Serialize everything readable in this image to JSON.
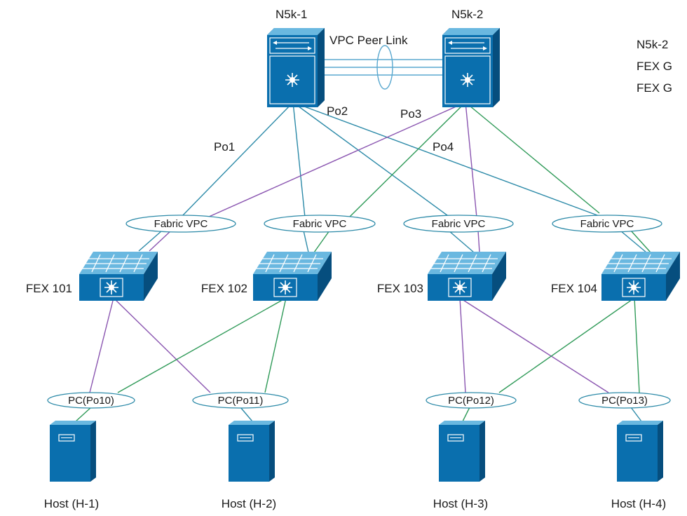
{
  "colors": {
    "device_blue": "#0a6fae",
    "device_top": "#6ab8e0",
    "device_side": "#064e7e",
    "link_teal": "#2c8aa8",
    "link_purple": "#8a55b0",
    "link_green": "#2f9a58",
    "peer_link": "#5aa8cf"
  },
  "switches": [
    {
      "id": "n5k1",
      "label": "N5k-1",
      "icon": "nexus-switch-icon"
    },
    {
      "id": "n5k2",
      "label": "N5k-2",
      "icon": "nexus-switch-icon"
    }
  ],
  "peer_link_label": "VPC Peer Link",
  "side_note": [
    "N5k-2",
    "FEX G",
    "FEX G"
  ],
  "port_channels": [
    "Po1",
    "Po2",
    "Po3",
    "Po4"
  ],
  "fabric_vpcs": [
    "Fabric VPC",
    "Fabric VPC",
    "Fabric VPC",
    "Fabric VPC"
  ],
  "fexes": [
    {
      "label": "FEX 101",
      "icon": "fabric-extender-icon"
    },
    {
      "label": "FEX 102",
      "icon": "fabric-extender-icon"
    },
    {
      "label": "FEX 103",
      "icon": "fabric-extender-icon"
    },
    {
      "label": "FEX 104",
      "icon": "fabric-extender-icon"
    }
  ],
  "host_pcs": [
    "PC(Po10)",
    "PC(Po11)",
    "PC(Po12)",
    "PC(Po13)"
  ],
  "hosts": [
    {
      "label": "Host (H-1)",
      "icon": "server-tower-icon"
    },
    {
      "label": "Host (H-2)",
      "icon": "server-tower-icon"
    },
    {
      "label": "Host (H-3)",
      "icon": "server-tower-icon"
    },
    {
      "label": "Host (H-4)",
      "icon": "server-tower-icon"
    }
  ]
}
